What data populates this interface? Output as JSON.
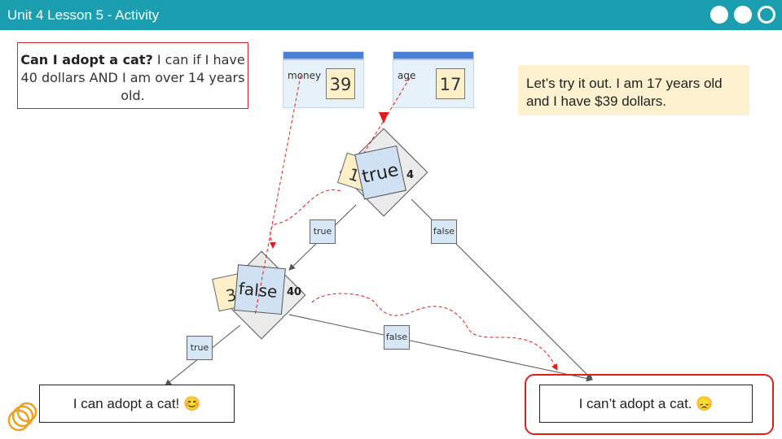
{
  "header": {
    "title": "Unit 4 Lesson 5 - Activity"
  },
  "question": {
    "bold": "Can I adopt a cat?",
    "text": " I can if I have 40 dollars AND I am over 14 years old."
  },
  "variables": [
    {
      "name": "money",
      "value": "39"
    },
    {
      "name": "age",
      "value": "17"
    }
  ],
  "prompt": {
    "text": "Let’s try it out. I am 17 years old and I have $39 dollars."
  },
  "top_node": {
    "under_value": "17",
    "operator_suffix": "4",
    "result": "true"
  },
  "bottom_node": {
    "under_value": "39",
    "operator_suffix": "40",
    "result": "false"
  },
  "branch_labels": {
    "top_true": "true",
    "top_false": "false",
    "bottom_true": "true",
    "bottom_false": "false"
  },
  "outcomes": {
    "adopt": "I can adopt a cat! 😊",
    "cannot": "I can’t adopt a cat. 😞"
  },
  "colors": {
    "header": "#1b9eb0",
    "highlight": "#e31b1b",
    "flow_arrow": "#e31b1b"
  }
}
